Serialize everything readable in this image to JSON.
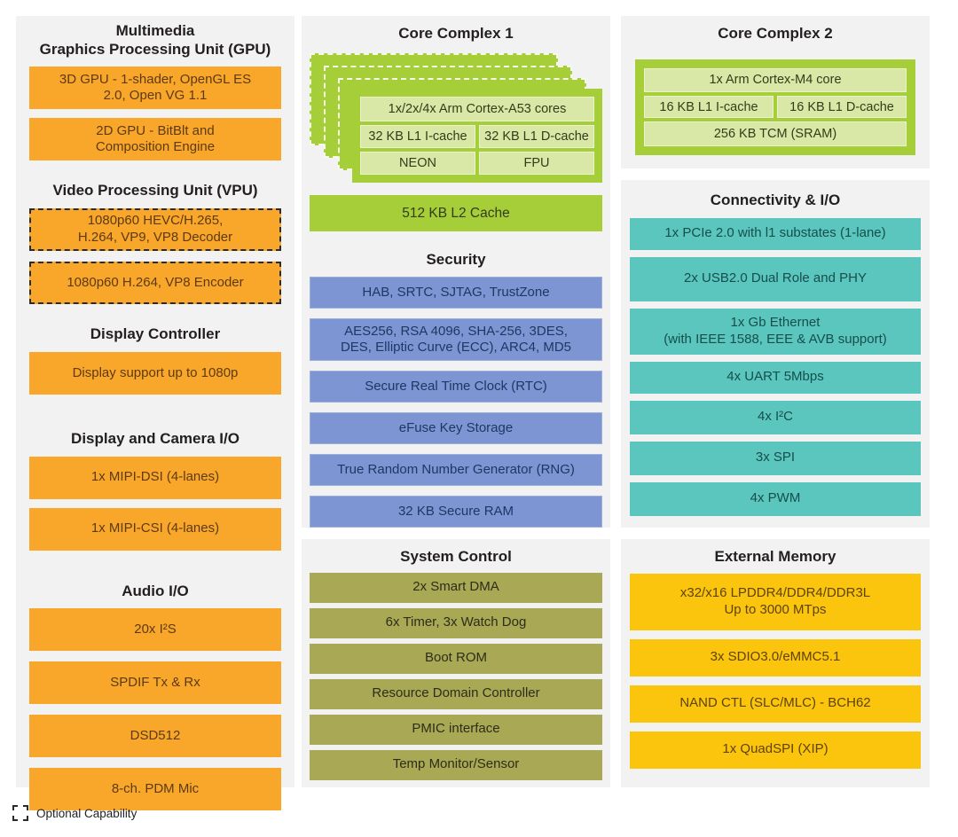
{
  "gpu": {
    "title": "Multimedia\nGraphics Processing Unit (GPU)",
    "blocks": [
      "3D GPU - 1-shader, OpenGL ES\n2.0, Open VG 1.1",
      "2D GPU - BitBlt and\nComposition Engine"
    ]
  },
  "vpu": {
    "title": "Video Processing Unit (VPU)",
    "blocks": [
      "1080p60 HEVC/H.265,\nH.264, VP9, VP8 Decoder",
      "1080p60 H.264, VP8 Encoder"
    ]
  },
  "display_controller": {
    "title": "Display Controller",
    "blocks": [
      "Display support up to 1080p"
    ]
  },
  "display_camera_io": {
    "title": "Display and Camera I/O",
    "blocks": [
      "1x MIPI-DSI (4-lanes)",
      "1x MIPI-CSI (4-lanes)"
    ]
  },
  "audio_io": {
    "title": "Audio I/O",
    "blocks": [
      "20x I²S",
      "SPDIF Tx & Rx",
      "DSD512",
      "8-ch. PDM Mic"
    ]
  },
  "core_complex_1": {
    "title": "Core Complex 1",
    "card": {
      "row1": "1x/2x/4x Arm Cortex-A53 cores",
      "row2": [
        "32 KB L1 I-cache",
        "32 KB L1 D-cache"
      ],
      "row3": [
        "NEON",
        "FPU"
      ]
    },
    "l2_cache": "512 KB L2 Cache"
  },
  "security": {
    "title": "Security",
    "blocks": [
      "HAB, SRTC, SJTAG, TrustZone",
      "AES256, RSA 4096, SHA-256, 3DES,\nDES, Elliptic Curve (ECC), ARC4, MD5",
      "Secure Real Time Clock (RTC)",
      "eFuse Key Storage",
      "True Random Number Generator (RNG)",
      "32 KB Secure RAM"
    ]
  },
  "system_control": {
    "title": "System Control",
    "blocks": [
      "2x Smart DMA",
      "6x Timer, 3x Watch Dog",
      "Boot ROM",
      "Resource Domain Controller",
      "PMIC interface",
      "Temp Monitor/Sensor"
    ]
  },
  "core_complex_2": {
    "title": "Core Complex 2",
    "card": {
      "row1": "1x Arm Cortex-M4 core",
      "row2": [
        "16 KB L1 I-cache",
        "16 KB L1 D-cache"
      ],
      "row3": "256 KB TCM (SRAM)"
    }
  },
  "connectivity": {
    "title": "Connectivity & I/O",
    "blocks": [
      "1x PCIe 2.0 with l1 substates (1-lane)",
      "2x USB2.0 Dual Role and PHY",
      "1x Gb Ethernet\n(with IEEE 1588, EEE & AVB support)",
      "4x UART 5Mbps",
      "4x I²C",
      "3x SPI",
      "4x PWM"
    ]
  },
  "external_memory": {
    "title": "External Memory",
    "blocks": [
      "x32/x16 LPDDR4/DDR4/DDR3L\nUp to 3000 MTps",
      "3x SDIO3.0/eMMC5.1",
      "NAND CTL (SLC/MLC) - BCH62",
      "1x QuadSPI (XIP)"
    ]
  },
  "legend": {
    "label": "Optional Capability"
  },
  "colors": {
    "panel_bg": "#f2f2f2",
    "orange": "#f9a72b",
    "yellow": "#fbc40d",
    "green": "#a6ce39",
    "green_light": "#d9e8a6",
    "blue": "#7d96d3",
    "teal": "#5bc6be",
    "olive": "#a9a855",
    "ink": "#231f20"
  }
}
